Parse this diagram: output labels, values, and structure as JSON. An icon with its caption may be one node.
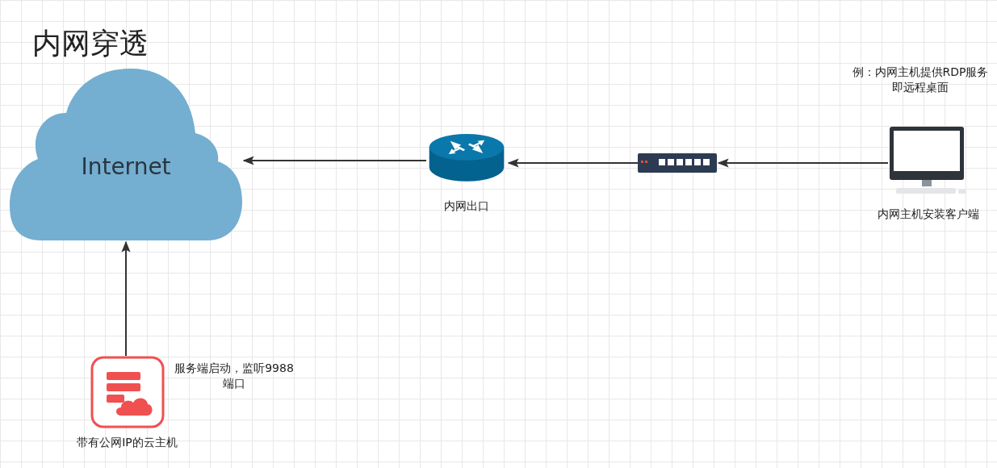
{
  "diagram": {
    "title": "内网穿透",
    "nodes": [
      {
        "text": [
          "Internet"
        ]
      },
      {
        "text": [
          "内网出口"
        ]
      },
      {
        "text": [],
        "shape": "picture"
      },
      {
        "text": [],
        "shape": "picture",
        "beside": [
          "例：内网主机提供RDP服务即远程桌面",
          "内网主机安装客户端"
        ]
      },
      {
        "text": [
          "带有公网IP的云主机"
        ],
        "beside": [
          "服务端启动，监听9988端口"
        ]
      }
    ],
    "edges": [
      {
        "from": 3,
        "to": 2,
        "arrow": "to"
      },
      {
        "from": 2,
        "to": 1,
        "arrow": "to"
      },
      {
        "from": 1,
        "to": 0,
        "arrow": "to"
      },
      {
        "from": 4,
        "to": 0,
        "arrow": "to"
      }
    ]
  }
}
